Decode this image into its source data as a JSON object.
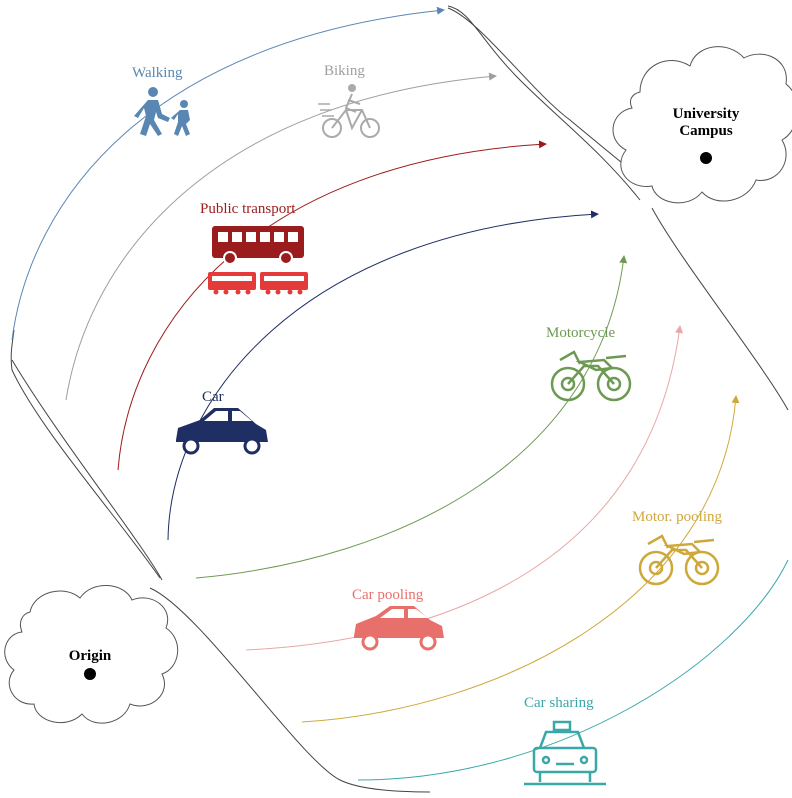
{
  "destination": {
    "line1": "University",
    "line2": "Campus"
  },
  "origin": {
    "label": "Origin"
  },
  "modes": {
    "walking": {
      "label": "Walking",
      "color": "#5a86b4",
      "icon": "walking-people-icon"
    },
    "biking": {
      "label": "Biking",
      "color": "#9e9e9e",
      "icon": "cyclist-icon"
    },
    "public": {
      "label": "Public transport",
      "color": "#9b1c1c",
      "icon": "bus-and-train-icon"
    },
    "car": {
      "label": "Car",
      "color": "#1f2f63",
      "icon": "car-icon"
    },
    "motorcycle": {
      "label": "Motorcycle",
      "color": "#6d9a53",
      "icon": "motorcycle-icon"
    },
    "carpool": {
      "label": "Car pooling",
      "color": "#e8706a",
      "icon": "car-pooling-icon"
    },
    "motorpool": {
      "label": "Motor. pooling",
      "color": "#cfa83b",
      "icon": "motorcycle-pooling-icon"
    },
    "carshare": {
      "label": "Car sharing",
      "color": "#3aa7a8",
      "icon": "taxi-car-icon"
    }
  }
}
